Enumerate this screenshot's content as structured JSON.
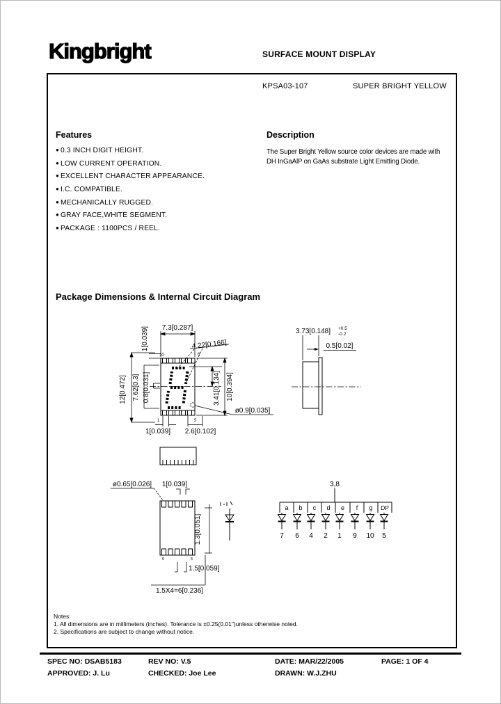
{
  "header": {
    "logo": "Kingbright",
    "doc_type": "SURFACE MOUNT DISPLAY",
    "part_number": "KPSA03-107",
    "color_name": "SUPER BRIGHT YELLOW"
  },
  "features": {
    "title": "Features",
    "items": [
      "0.3 INCH DIGIT HEIGHT.",
      "LOW CURRENT OPERATION.",
      "EXCELLENT CHARACTER APPEARANCE.",
      "I.C. COMPATIBLE.",
      "MECHANICALLY RUGGED.",
      "GRAY FACE,WHITE SEGMENT.",
      "PACKAGE : 1100PCS / REEL."
    ]
  },
  "description": {
    "title": "Description",
    "lines": [
      "The Super Bright Yellow source color devices are made with",
      "DH InGaAlP on GaAs substrate Light Emitting Diode."
    ]
  },
  "drawing": {
    "title": "Package Dimensions & Internal Circuit Diagram",
    "front": {
      "top_width": "7.3[0.287]",
      "pad_w": "1[0.039]",
      "digit_w": "4.22[0.166]",
      "overall_h": "12[0.472]",
      "digit_h": "7.62[0.3]",
      "seg_w": "0.8[0.031]",
      "dp_offset": "3.41[0.134]",
      "body_h": "10[0.394]",
      "dp_dia": "ø0.9[0.035]",
      "pad_w_bottom": "1[0.039]",
      "pad_span_bottom": "2.6[0.102]",
      "pins": {
        "tl": "10",
        "tr": "6",
        "bl": "1",
        "br": "5"
      }
    },
    "side": {
      "thickness": "3.73[0.148]",
      "tol_plus": "+0.5",
      "tol_minus": "-0.2",
      "flange": "0.5[0.02]"
    },
    "back": {
      "pad_dia": "ø0.65[0.026]",
      "pad_pitch": "1[0.039]",
      "pad_len": "1.3[0.051]",
      "pad_len2": "1.5[0.059]",
      "pitch_total": "1.5X4=6[0.236]",
      "pin_left": "6",
      "pin_right": "5"
    },
    "circuit": {
      "common": "3,8",
      "segments": [
        "a",
        "b",
        "c",
        "d",
        "e",
        "f",
        "g",
        "DP"
      ],
      "pins": [
        "7",
        "6",
        "4",
        "2",
        "1",
        "9",
        "10",
        "5"
      ]
    }
  },
  "notes": {
    "title": "Notes:",
    "items": [
      "1. All dimensions are in millimeters (inches). Tolerance is ±0.25(0.01\")unless otherwise noted.",
      "2. Specifications are subject to change without notice."
    ]
  },
  "footer": {
    "spec": {
      "label": "SPEC NO:",
      "value": "DSAB5183"
    },
    "rev": {
      "label": "REV NO:",
      "value": "V.5"
    },
    "date": {
      "label": "DATE:",
      "value": "MAR/22/2005"
    },
    "page": {
      "label": "PAGE:",
      "value": "1 OF 4"
    },
    "approved": {
      "label": "APPROVED:",
      "value": "J. Lu"
    },
    "checked": {
      "label": "CHECKED:",
      "value": "Joe Lee"
    },
    "drawn": {
      "label": "DRAWN:",
      "value": "W.J.ZHU"
    }
  }
}
